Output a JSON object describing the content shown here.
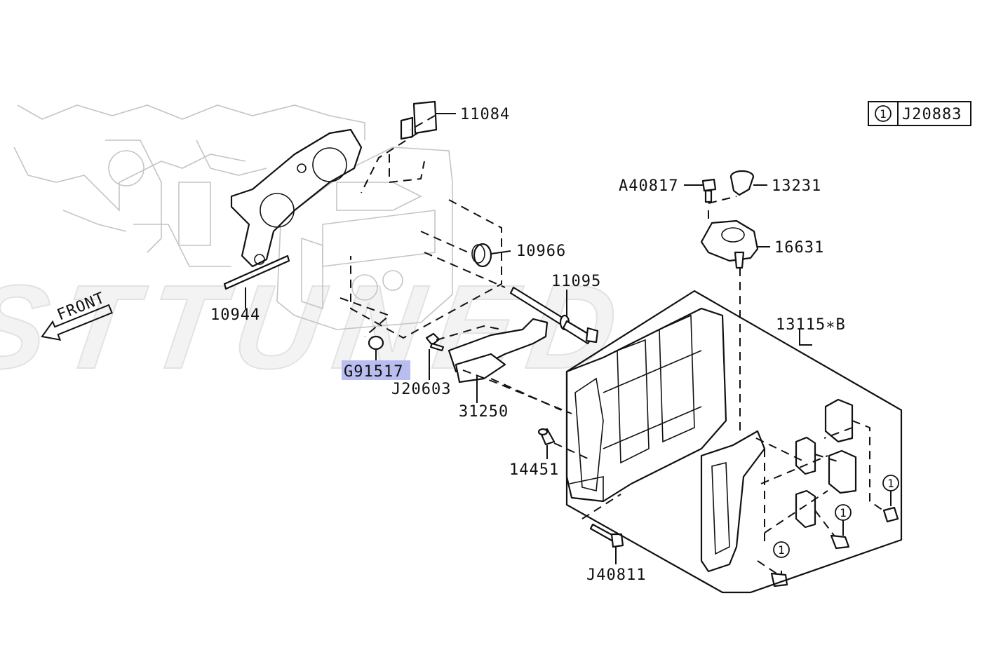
{
  "watermark": "STTUNED",
  "front_label": "FRONT",
  "reference_box": {
    "circle": "1",
    "code": "J20883"
  },
  "callout_marker": "1",
  "parts": {
    "p11084": "11084",
    "p10966": "10966",
    "p11095": "11095",
    "p10944": "10944",
    "pG91517": "G91517",
    "pJ20603": "J20603",
    "p31250": "31250",
    "pA40817": "A40817",
    "p13231": "13231",
    "p16631": "16631",
    "p13115B": "13115∗B",
    "p14451": "14451",
    "pJ40811": "J40811"
  },
  "colors": {
    "highlight": "#b9bdf0",
    "ink": "#111111",
    "ghost": "#c4c4c4"
  }
}
